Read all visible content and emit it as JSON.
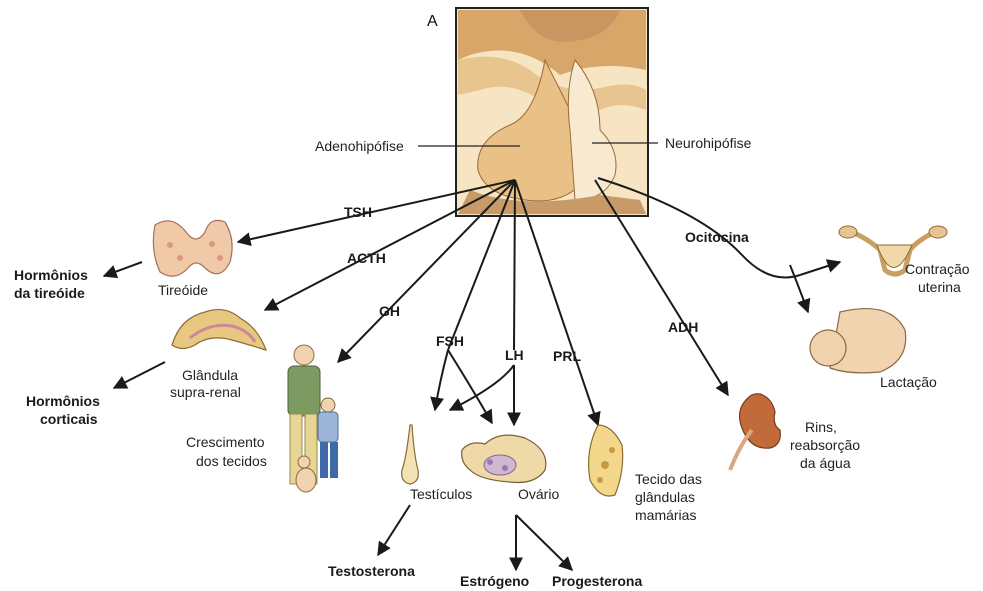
{
  "panel_letter": "A",
  "pituitary": {
    "left_label": "Adenohipófise",
    "right_label": "Neurohipófise"
  },
  "hormones": {
    "tsh": "TSH",
    "acth": "ACTH",
    "gh": "GH",
    "fsh": "FSH",
    "lh": "LH",
    "prl": "PRL",
    "adh": "ADH",
    "ocitocina": "Ocitocina"
  },
  "targets": {
    "tireoide": "Tireóide",
    "glandula_line1": "Glândula",
    "glandula_line2": "supra-renal",
    "crescimento_line1": "Crescimento",
    "crescimento_line2": "dos tecidos",
    "testiculos": "Testículos",
    "ovario": "Ovário",
    "tecido_line1": "Tecido das",
    "tecido_line2": "glândulas",
    "tecido_line3": "mamárias",
    "rins_line1": "Rins,",
    "rins_line2": "reabsorção",
    "rins_line3": "da água",
    "contracao_line1": "Contração",
    "contracao_line2": "uterina",
    "lactacao": "Lactação"
  },
  "products": {
    "tireoide_line1": "Hormônios",
    "tireoide_line2": "da tireóide",
    "corticais_line1": "Hormônios",
    "corticais_line2": "corticais",
    "testosterona": "Testosterona",
    "estrogeno": "Estrógeno",
    "progesterona": "Progesterona"
  },
  "colors": {
    "tissue_light": "#f3dcb0",
    "tissue_mid": "#e4bb80",
    "tissue_dark": "#b88a55",
    "thyroid": "#f0c9a8",
    "kidney": "#c26b3a",
    "skin": "#f2d3b0"
  }
}
